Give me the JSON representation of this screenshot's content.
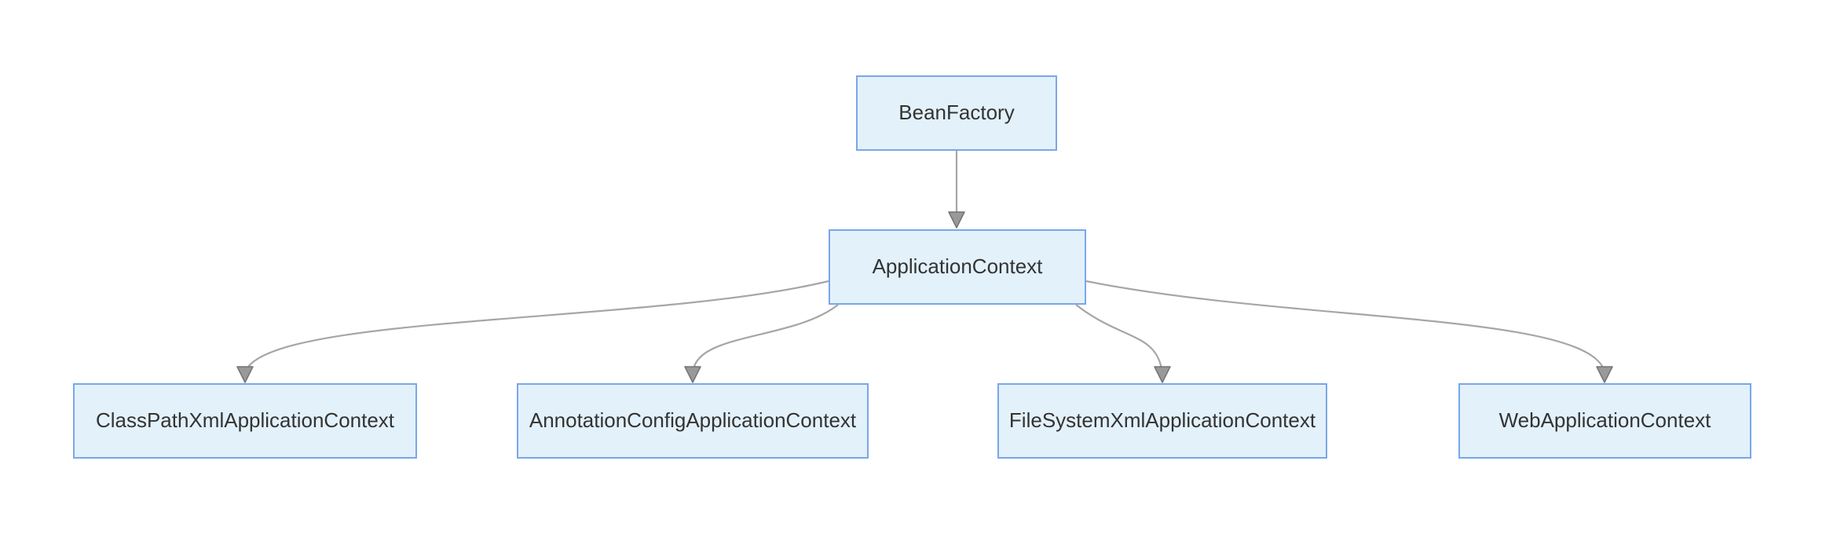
{
  "diagram": {
    "type": "flowchart-hierarchy",
    "colors": {
      "background": "#ffffff",
      "node_fill": "#e3f1fb",
      "node_border": "#79a7e8",
      "edge_line": "#a6a6a6",
      "arrowhead": "#999999",
      "arrowhead_outline": "#737373",
      "text": "#333333"
    },
    "nodes": [
      {
        "id": "BeanFactory",
        "label": "BeanFactory"
      },
      {
        "id": "ApplicationContext",
        "label": "ApplicationContext"
      },
      {
        "id": "ClassPathXmlApplicationContext",
        "label": "ClassPathXmlApplicationContext"
      },
      {
        "id": "AnnotationConfigApplicationContext",
        "label": "AnnotationConfigApplicationContext"
      },
      {
        "id": "FileSystemXmlApplicationContext",
        "label": "FileSystemXmlApplicationContext"
      },
      {
        "id": "WebApplicationContext",
        "label": "WebApplicationContext"
      }
    ],
    "edges": [
      {
        "from": "BeanFactory",
        "to": "ApplicationContext"
      },
      {
        "from": "ApplicationContext",
        "to": "ClassPathXmlApplicationContext"
      },
      {
        "from": "ApplicationContext",
        "to": "AnnotationConfigApplicationContext"
      },
      {
        "from": "ApplicationContext",
        "to": "FileSystemXmlApplicationContext"
      },
      {
        "from": "ApplicationContext",
        "to": "WebApplicationContext"
      }
    ]
  }
}
